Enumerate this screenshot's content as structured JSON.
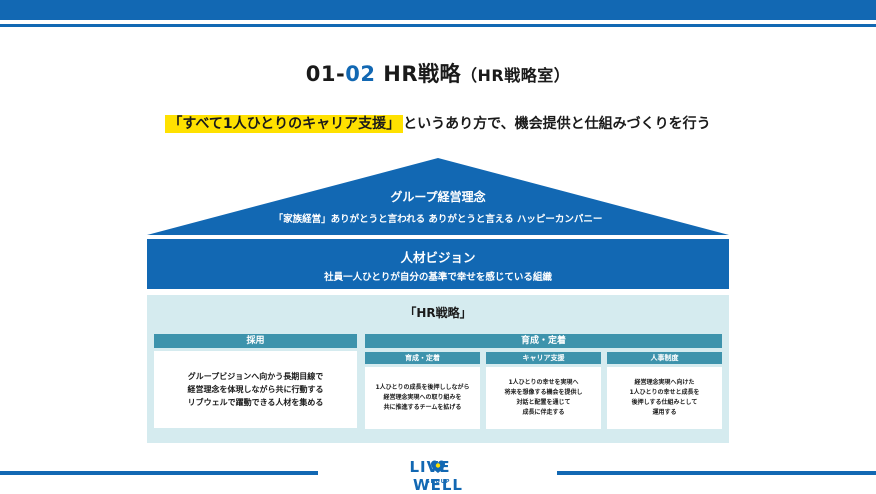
{
  "colors": {
    "brand_blue": "#1268b3",
    "teal": "#3d93ac",
    "panel_bg": "#d5ebef",
    "highlight": "#ffe100"
  },
  "title": {
    "number_prefix": "01-",
    "number_accent": "02",
    "main": " HR戦略",
    "sub": "（HR戦略室）"
  },
  "tagline": {
    "highlight": "「すべて1人ひとりのキャリア支援」",
    "rest": "というあり方で、機会提供と仕組みづくりを行う"
  },
  "roof": {
    "title": "グループ経営理念",
    "subtitle": "「家族経営」ありがとうと言われる ありがとうと言える ハッピーカンパニー"
  },
  "vision": {
    "title": "人材ビジョン",
    "subtitle": "社員一人ひとりが自分の基準で幸せを感じている組織"
  },
  "hr_strategy": {
    "title": "「HR戦略」",
    "recruit": {
      "header": "採用",
      "lines": [
        "グループビジョンへ向かう長期目線で",
        "経営理念を体現しながら共に行動する",
        "リブウェルで躍動できる人材を集める"
      ]
    },
    "develop": {
      "header": "育成・定着",
      "subcolumns": [
        {
          "header": "育成・定着",
          "lines": [
            "1人ひとりの成長を後押ししながら",
            "経営理念実現への取り組みを",
            "共に推進するチームを拡げる"
          ]
        },
        {
          "header": "キャリア支援",
          "lines": [
            "1人ひとりの幸せを実現へ",
            "将来を想像する機会を提供し",
            "対話と配置を通じて",
            "成長に伴走する"
          ]
        },
        {
          "header": "人事制度",
          "lines": [
            "経営理念実現へ向けた",
            "1人ひとりの幸せと成長を",
            "後押しする仕組みとして",
            "運用する"
          ]
        }
      ]
    }
  },
  "logo": {
    "left": "LIVE",
    "right": "WELL",
    "group": "GROUP",
    "icon": "heart-icon"
  }
}
